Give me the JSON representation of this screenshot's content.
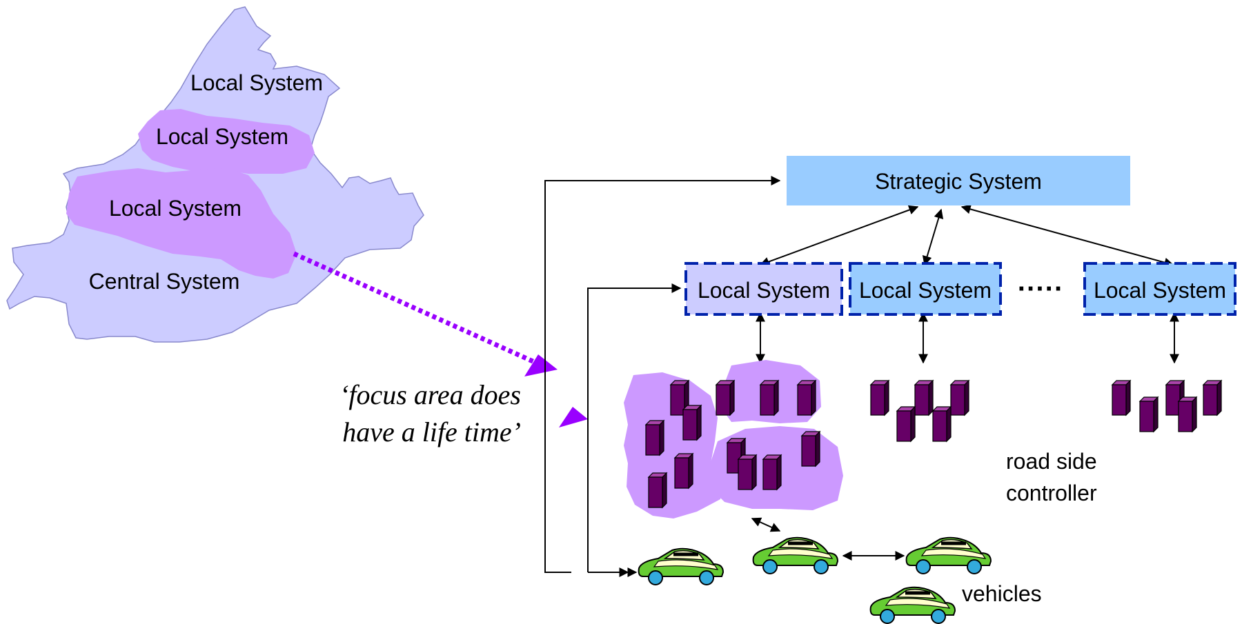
{
  "map": {
    "regions": [
      {
        "label": "Local System"
      },
      {
        "label": "Local System"
      },
      {
        "label": "Local System"
      },
      {
        "label": "Central System"
      }
    ]
  },
  "focus_note": {
    "line1": "‘focus area does",
    "line2": "have a life time’"
  },
  "strategic": {
    "label": "Strategic System"
  },
  "local_systems": [
    {
      "label": "Local System"
    },
    {
      "label": "Local System"
    },
    {
      "label": "Local System"
    }
  ],
  "ellipsis": "·····",
  "labels": {
    "controller_line1": "road side",
    "controller_line2": "controller",
    "vehicles": "vehicles"
  },
  "colors": {
    "map_light": "#ccccff",
    "map_focus": "#cc99ff",
    "box_blue": "#99ccff",
    "box_lilac": "#ccccff",
    "dashed_border": "#0022aa",
    "controller": "#660066",
    "focus_arrow": "#9900ff",
    "car_body": "#66cc33",
    "car_top": "#ffffcc",
    "car_wheel": "#33aadd"
  }
}
